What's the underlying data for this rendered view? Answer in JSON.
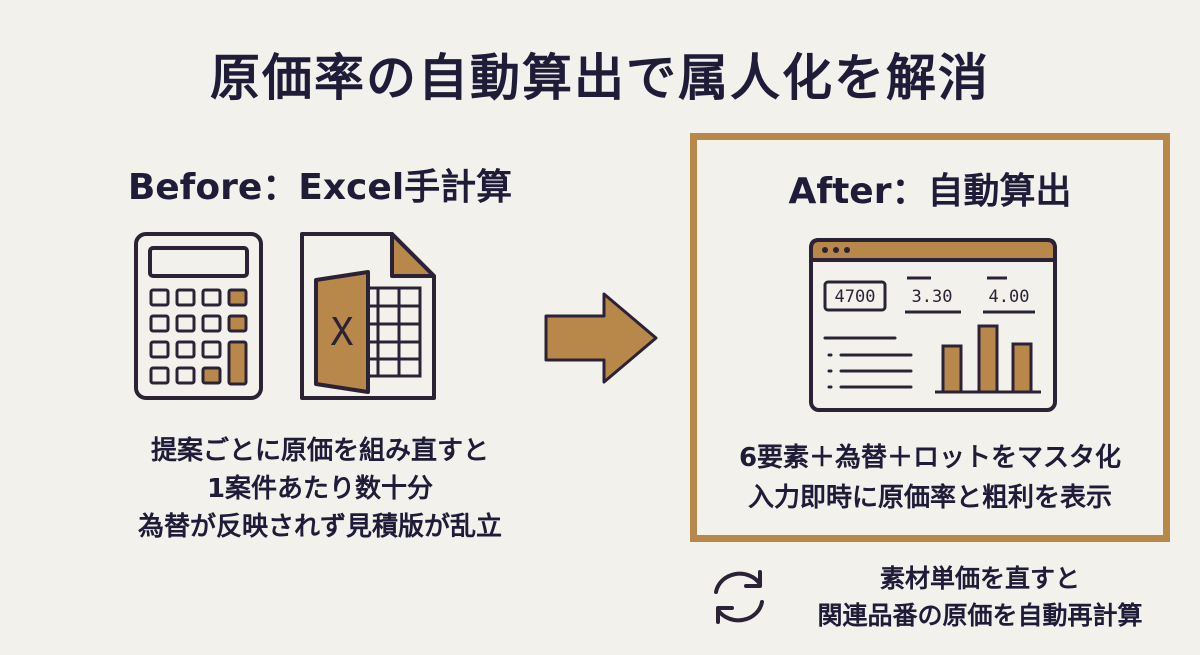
{
  "title": "原価率の自動算出で属人化を解消",
  "before": {
    "heading": "Before：Excel手計算",
    "excel_letter": "X",
    "notes": [
      "提案ごとに原価を組み直すと",
      "1案件あたり数十分",
      "為替が反映されず見積版が乱立"
    ]
  },
  "after": {
    "heading": "After：自動算出",
    "dashboard_values": [
      "4700",
      "3.30",
      "4.00"
    ],
    "notes": [
      "6要素＋為替＋ロットをマスタ化",
      "入力即時に原価率と粗利を表示"
    ]
  },
  "recalc": {
    "lines": [
      "素材単価を直すと",
      "関連品番の原価を自動再計算"
    ]
  },
  "colors": {
    "accent": "#b8884a",
    "ink": "#2c2236",
    "background": "#f3f1ec"
  },
  "icons": [
    "calculator-icon",
    "excel-sheet-icon",
    "right-arrow-icon",
    "dashboard-icon",
    "refresh-icon"
  ]
}
